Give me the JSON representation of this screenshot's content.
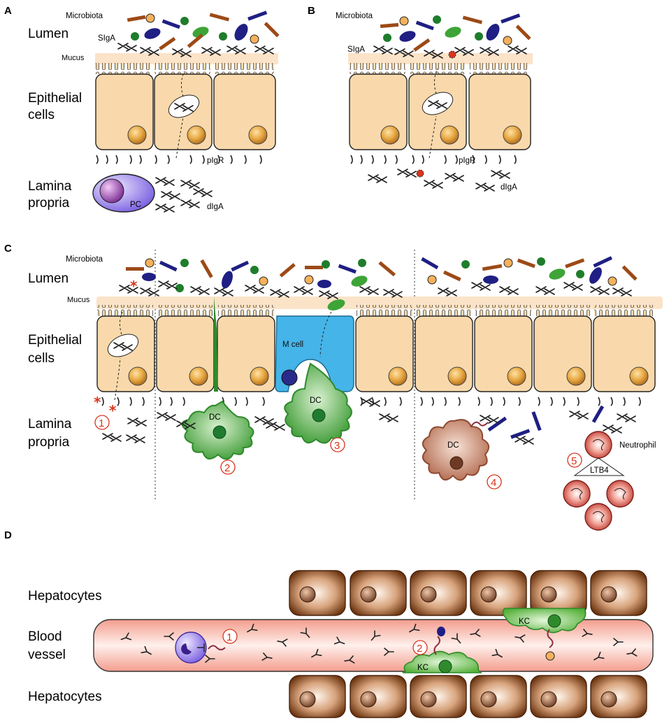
{
  "colors": {
    "cell_fill": "#f9d9ab",
    "cell_stroke": "#222222",
    "nucleus": "#e3a241",
    "mcell": "#45b4e8",
    "dc_green": "#2f8a2c",
    "dc_brown": "#b9705a",
    "neutrophil": "#c7322a",
    "hepatocyte": "#7a3e15",
    "vessel": "#f6b3a6",
    "kc": "#6ac04f",
    "pc": "#8a6cd8",
    "marker": "#d8351d"
  },
  "panels": {
    "a": {
      "letter": "A",
      "microbiota": "Microbiota",
      "lumen": "Lumen",
      "sIgA": "SIgA",
      "mucus": "Mucus",
      "epi1": "Epithelial",
      "epi2": "cells",
      "pIgR": "pIgR",
      "lp1": "Lamina",
      "lp2": "propria",
      "pc": "PC",
      "dIgA": "dIgA"
    },
    "b": {
      "letter": "B",
      "microbiota": "Microbiota",
      "sIgA": "SIgA",
      "pIgR": "pIgR",
      "dIgA": "dIgA"
    },
    "c": {
      "letter": "C",
      "microbiota": "Microbiota",
      "lumen": "Lumen",
      "mucus": "Mucus",
      "epi1": "Epithelial",
      "epi2": "cells",
      "lp1": "Lamina",
      "lp2": "propria",
      "mcell": "M cell",
      "dc": "DC",
      "neutrophil": "Neutrophil",
      "ltb4": "LTB4",
      "n1": "1",
      "n2": "2",
      "n3": "3",
      "n4": "4",
      "n5": "5"
    },
    "d": {
      "letter": "D",
      "hep_top": "Hepatocytes",
      "bv1": "Blood",
      "bv2": "vessel",
      "hep_bot": "Hepatocytes",
      "kc": "KC",
      "n1": "1",
      "n2": "2"
    }
  }
}
